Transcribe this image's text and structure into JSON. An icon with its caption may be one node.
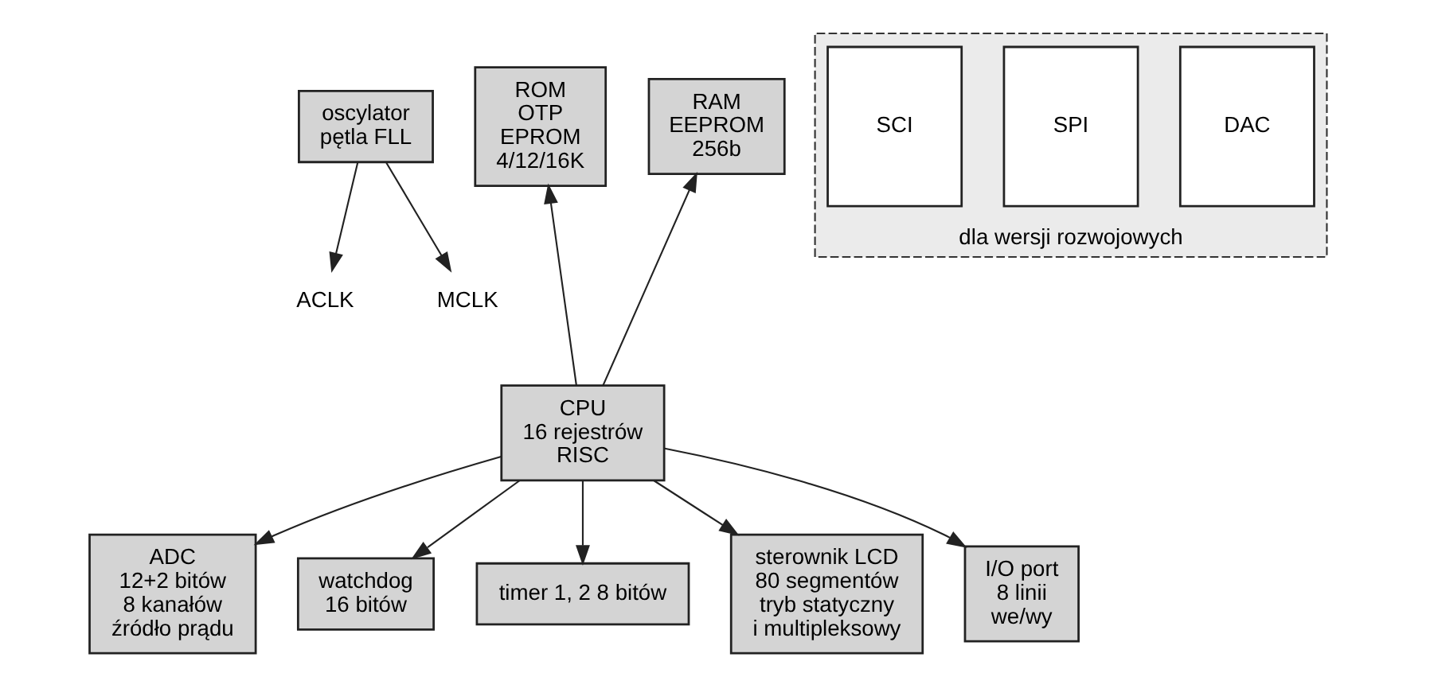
{
  "diagram": {
    "nodes": [
      {
        "text": [
          "oscylator pętla FLL"
        ]
      },
      {
        "text": [
          "ACLK"
        ]
      },
      {
        "text": [
          "MCLK"
        ]
      },
      {
        "text": [
          "ROM OTP EPROM 4/12/16K"
        ]
      },
      {
        "text": [
          "RAM EEPROM 256b"
        ]
      },
      {
        "text": [
          "dla wersji rozwojowych"
        ]
      },
      {
        "text": [
          "DAC"
        ],
        "in": 5
      },
      {
        "text": [
          "SPI"
        ],
        "in": 5
      },
      {
        "text": [
          "SCI"
        ],
        "in": 5
      },
      {
        "text": [
          "CPU 16 rejestrów RISC"
        ]
      },
      {
        "text": [
          "ADC 12+2 bitów 8 kanałów źródło prądu"
        ]
      },
      {
        "text": [
          "watchdog 16 bitów"
        ]
      },
      {
        "text": [
          "timer 1, 2 8 bitów"
        ]
      },
      {
        "text": [
          "sterownik LCD 80 segmentów tryb statyczny i multipleksowy"
        ]
      },
      {
        "text": [
          "I/O port 8 linii we/wy"
        ]
      }
    ],
    "edges": [
      {
        "from": 0,
        "to": 1,
        "arrow": "to"
      },
      {
        "from": 0,
        "to": 2,
        "arrow": "to"
      },
      {
        "from": 9,
        "to": 3,
        "arrow": "to"
      },
      {
        "from": 9,
        "to": 4,
        "arrow": "to"
      },
      {
        "from": 9,
        "to": 10,
        "arrow": "to"
      },
      {
        "from": 9,
        "to": 11,
        "arrow": "to"
      },
      {
        "from": 9,
        "to": 12,
        "arrow": "to"
      },
      {
        "from": 9,
        "to": 13,
        "arrow": "to"
      },
      {
        "from": 9,
        "to": 14,
        "arrow": "to"
      }
    ]
  }
}
